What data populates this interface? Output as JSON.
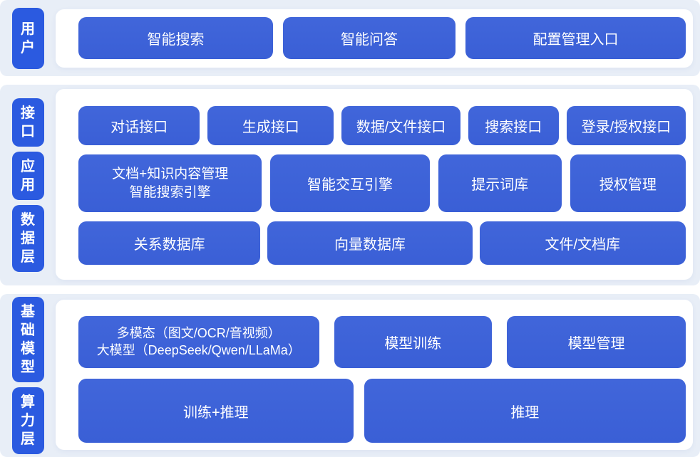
{
  "colors": {
    "page_bg": "#ffffff",
    "section_bg": "#e8eef7",
    "panel_bg": "#ffffff",
    "label_blue": "#2b5ae0",
    "node_blue": "#3d63d8",
    "text": "#ffffff"
  },
  "sections": [
    {
      "name": "user-layer",
      "labels": [
        {
          "text": "用户"
        }
      ],
      "rows": [
        {
          "buttons": [
            {
              "label": "智能搜索"
            },
            {
              "label": "智能问答"
            },
            {
              "label": "配置管理入口"
            }
          ]
        }
      ]
    },
    {
      "name": "interface-application-data-layers",
      "labels": [
        {
          "text": "接口"
        },
        {
          "text": "应用"
        },
        {
          "text": "数据层"
        }
      ],
      "rows": [
        {
          "buttons": [
            {
              "label": "对话接口"
            },
            {
              "label": "生成接口"
            },
            {
              "label": "数据/文件接口"
            },
            {
              "label": "搜索接口"
            },
            {
              "label": "登录/授权接口"
            }
          ]
        },
        {
          "buttons": [
            {
              "lines": [
                "文档+知识内容管理",
                "智能搜索引擎"
              ]
            },
            {
              "label": "智能交互引擎"
            },
            {
              "label": "提示词库"
            },
            {
              "label": "授权管理"
            }
          ]
        },
        {
          "buttons": [
            {
              "label": "关系数据库"
            },
            {
              "label": "向量数据库"
            },
            {
              "label": "文件/文档库"
            }
          ]
        }
      ]
    },
    {
      "name": "foundation-model-compute-layers",
      "labels": [
        {
          "text": "基础模型"
        },
        {
          "text": "算力层"
        }
      ],
      "rows": [
        {
          "buttons": [
            {
              "lines": [
                "多模态（图文/OCR/音视频）",
                "大模型（DeepSeek/Qwen/LLaMa）"
              ]
            },
            {
              "label": "模型训练"
            },
            {
              "label": "模型管理"
            }
          ]
        },
        {
          "buttons": [
            {
              "label": "训练+推理"
            },
            {
              "label": "推理"
            }
          ]
        }
      ]
    }
  ]
}
